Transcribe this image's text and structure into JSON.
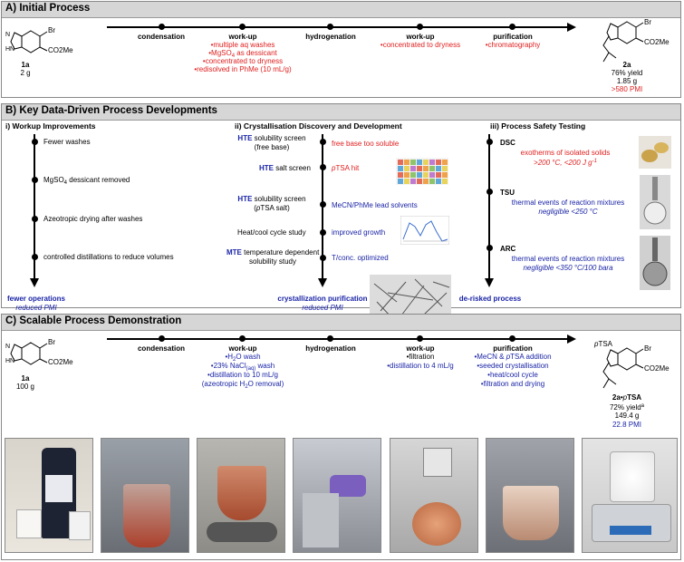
{
  "colors": {
    "red": "#e02020",
    "blue": "#1a24a6",
    "header_bg": "#d6d6d6"
  },
  "panelA": {
    "title": "A) Initial Process",
    "start": {
      "label": "1a",
      "amount": "2 g",
      "group": "CO2Me",
      "atom_br": "Br",
      "atom_n": "N",
      "atom_nh": "HN"
    },
    "steps": [
      {
        "label": "condensation",
        "notes": []
      },
      {
        "label": "work-up",
        "notes": [
          "•multiple aq washes",
          "•MgSO4 as dessicant",
          "•concentrated to dryness",
          "•redisolved in PhMe (10 mL/g)"
        ]
      },
      {
        "label": "hydrogenation",
        "notes": []
      },
      {
        "label": "work-up",
        "notes": [
          "•concentrated to dryness"
        ]
      },
      {
        "label": "purification",
        "notes": [
          "•chromatography"
        ]
      }
    ],
    "product": {
      "label": "2a",
      "yield": "76% yield",
      "mass": "1.85 g",
      "pmi": ">580 PMI",
      "group": "CO2Me",
      "atom_br": "Br"
    }
  },
  "panelB": {
    "title": "B) Key Data-Driven Process Developments",
    "col1": {
      "heading": "i) Workup Improvements",
      "items": [
        "Fewer washes",
        "MgSO4 dessicant removed",
        "Azeotropic drying after washes",
        "controlled distillations to reduce volumes"
      ],
      "outcome": "fewer operations",
      "outcome_sub": "reduced PMI"
    },
    "col2": {
      "heading": "ii) Crystallisation Discovery and Development",
      "items": [
        {
          "tag": "HTE",
          "left": "solubility screen",
          "left2": "(free base)",
          "right": "free base too soluble"
        },
        {
          "tag": "HTE",
          "left": "salt screen",
          "left2": "",
          "right": "pTSA hit"
        },
        {
          "tag": "HTE",
          "left": "solubility screen",
          "left2": "(pTSA salt)",
          "right": "MeCN/PhMe lead solvents"
        },
        {
          "tag": "",
          "left": "Heat/cool cycle study",
          "left2": "",
          "right": "improved growth"
        },
        {
          "tag": "MTE",
          "left": "temperature dependent",
          "left2": "solubility study",
          "right": "T/conc. optimized"
        }
      ],
      "outcome": "crystallization purification",
      "outcome_sub": "reduced PMI"
    },
    "col3": {
      "heading": "iii) Process Safety Testing",
      "items": [
        {
          "tag": "DSC",
          "line1": "exotherms of isolated solids",
          "line2": ">200 °C, <200 J g-1"
        },
        {
          "tag": "TSU",
          "line1": "thermal events of reaction mixtures",
          "line2": "negligible <250 °C"
        },
        {
          "tag": "ARC",
          "line1": "thermal events of reaction mixtures",
          "line2": "negligible <350 °C/100 bara"
        }
      ],
      "outcome": "de-risked process"
    }
  },
  "panelC": {
    "title": "C) Scalable Process Demonstration",
    "start": {
      "label": "1a",
      "amount": "100 g",
      "group": "CO2Me",
      "atom_br": "Br",
      "atom_n": "N",
      "atom_nh": "HN"
    },
    "steps": [
      {
        "label": "condensation",
        "notes": []
      },
      {
        "label": "work-up",
        "notes": [
          "•H2O wash",
          "•23% NaCl(aq) wash",
          "•distillation to 10 mL/g",
          "(azeotropic H2O removal)"
        ]
      },
      {
        "label": "hydrogenation",
        "notes": []
      },
      {
        "label": "work-up",
        "notes": [
          "•filtration",
          "•distillation to 4 mL/g"
        ]
      },
      {
        "label": "purification",
        "notes": [
          "•MeCN & pTSA addition",
          "•seeded crystallisation",
          "•heat/cool cycle",
          "•filtration and drying"
        ]
      }
    ],
    "product": {
      "label": "2a•pTSA",
      "yield": "72% yield",
      "yield_sup": "a",
      "mass": "149.4 g",
      "pmi": "22.8 PMI",
      "salt": "pTSA",
      "group": "CO2Me",
      "atom_br": "Br"
    }
  }
}
